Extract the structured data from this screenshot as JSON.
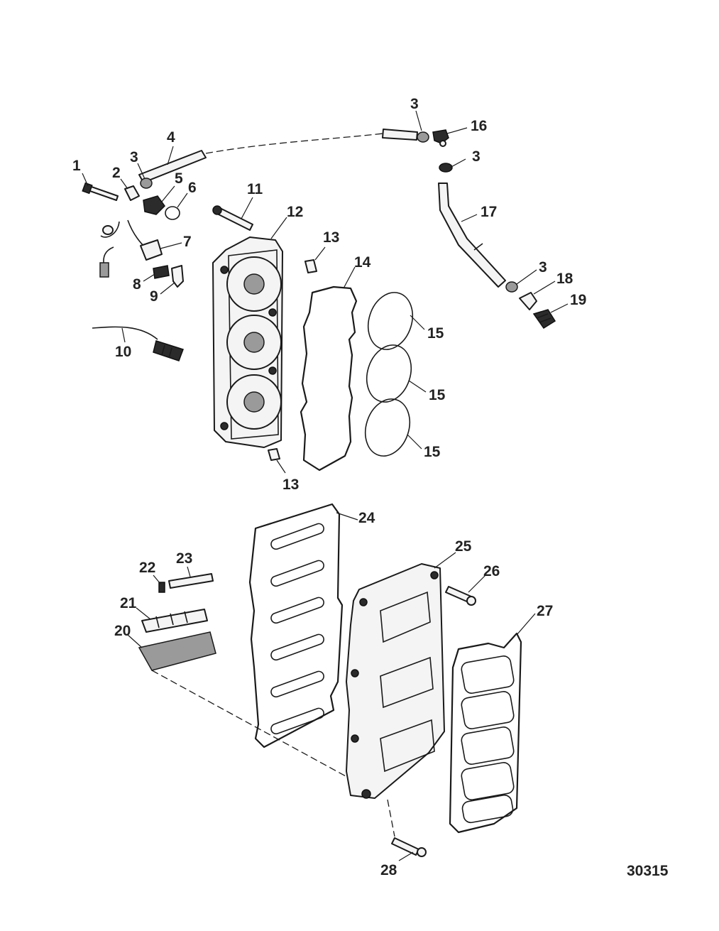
{
  "figure_number": "30315",
  "callouts": {
    "c1": "1",
    "c2": "2",
    "c3a": "3",
    "c3b": "3",
    "c3c": "3",
    "c3d": "3",
    "c4": "4",
    "c5": "5",
    "c6": "6",
    "c7": "7",
    "c8": "8",
    "c9": "9",
    "c10": "10",
    "c11": "11",
    "c12": "12",
    "c13a": "13",
    "c13b": "13",
    "c14": "14",
    "c15a": "15",
    "c15b": "15",
    "c15c": "15",
    "c16": "16",
    "c17": "17",
    "c18": "18",
    "c19": "19",
    "c20": "20",
    "c21": "21",
    "c22": "22",
    "c23": "23",
    "c24": "24",
    "c25": "25",
    "c26": "26",
    "c27": "27",
    "c28": "28"
  }
}
